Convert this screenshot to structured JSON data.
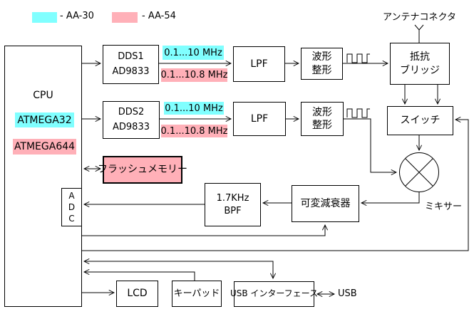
{
  "colors": {
    "aa30": "#80FFFF",
    "aa54": "#FFB0B8"
  },
  "legend": {
    "aa30_label": "- AA-30",
    "aa54_label": "- AA-54"
  },
  "antenna_label": "アンテナコネクタ",
  "cpu": {
    "label": "CPU",
    "mcu_aa30": "ATMEGA32",
    "mcu_aa54": "ATMEGA644",
    "adc": {
      "l1": "A",
      "l2": "D",
      "l3": "C"
    }
  },
  "dds1": {
    "l1": "DDS1",
    "l2": "AD9833"
  },
  "dds2": {
    "l1": "DDS2",
    "l2": "AD9833"
  },
  "freq": {
    "aa30": "0.1...10 MHz",
    "aa54": "0.1...10.8 MHz"
  },
  "lpf": "LPF",
  "shaper": {
    "l1": "波形",
    "l2": "整形"
  },
  "bridge": {
    "l1": "抵抗",
    "l2": "ブリッジ"
  },
  "switch": "スイッチ",
  "mixer": "ミキサー",
  "attenuator": "可変減衰器",
  "bpf": {
    "l1": "1.7KHz",
    "l2": "BPF"
  },
  "flash": "フラッシュメモリー",
  "lcd": "LCD",
  "keypad": "キーパッド",
  "usb_interface": "USB インターフェース",
  "usb": "USB"
}
